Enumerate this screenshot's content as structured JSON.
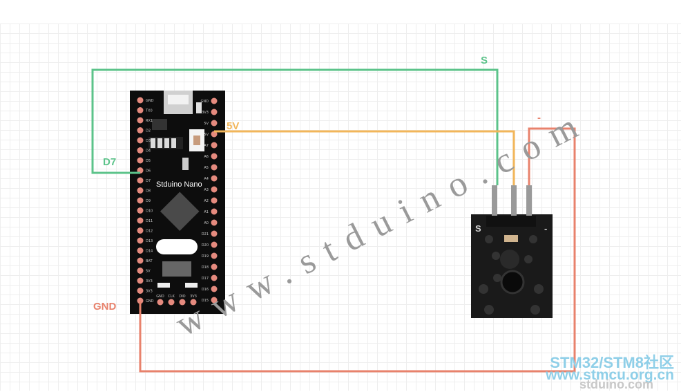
{
  "wires": {
    "signal": {
      "label": "S",
      "color": "#5cc38a"
    },
    "d7": {
      "label": "D7",
      "color": "#5cc38a"
    },
    "vcc": {
      "label": "5V",
      "color": "#f2b65a"
    },
    "gnd": {
      "label": "GND",
      "color": "#e8826c"
    },
    "minus": {
      "label": "-",
      "color": "#e8826c"
    }
  },
  "board": {
    "name": "Stduino Nano",
    "left_pins": [
      "GND",
      "TX0",
      "RX1",
      "D2",
      "D3",
      "D4",
      "D5",
      "D6",
      "D7",
      "D8",
      "D9",
      "D10",
      "D11",
      "D12",
      "D13",
      "D14",
      "BAT",
      "5V",
      "3V3",
      "3V3",
      "GND"
    ],
    "right_pins": [
      "GND",
      "3V3",
      "5V",
      "5V",
      "A7",
      "A6",
      "A5",
      "A4",
      "A3",
      "A2",
      "A1",
      "A0",
      "D21",
      "D20",
      "D19",
      "D18",
      "D17",
      "D16",
      "D15"
    ],
    "bottom_pins": [
      "GND",
      "CLK",
      "DIO",
      "3V3"
    ]
  },
  "sensor": {
    "pin_left": "S",
    "pin_right": "-"
  },
  "watermark": "www.stduino.com",
  "site": {
    "line1": "STM32/STM8社区",
    "line2": "www.stmcu.org.cn",
    "line3": "stduino.com"
  }
}
